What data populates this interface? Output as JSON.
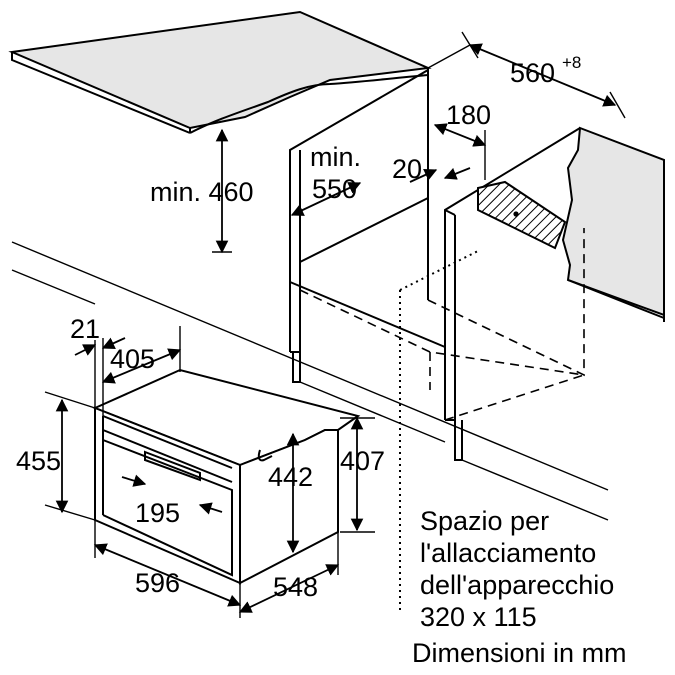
{
  "labels": {
    "depth_top": "560",
    "depth_top_tolerance": "+8",
    "gap_180": "180",
    "gap_20": "20",
    "min_height": "min. 460",
    "min_label": "min.",
    "min_depth_value": "550",
    "dim_21": "21",
    "dim_405": "405",
    "dim_455": "455",
    "dim_442": "442",
    "dim_407": "407",
    "dim_195": "195",
    "dim_596": "596",
    "dim_548": "548"
  },
  "notes": {
    "line1": "Spazio per",
    "line2": "l'allacciamento",
    "line3": "dell'apparecchio",
    "line4": "320 x 115",
    "units": "Dimensioni in mm"
  },
  "colors": {
    "worktop_fill": "#e6e6e6",
    "line": "#000000",
    "background": "#ffffff"
  }
}
